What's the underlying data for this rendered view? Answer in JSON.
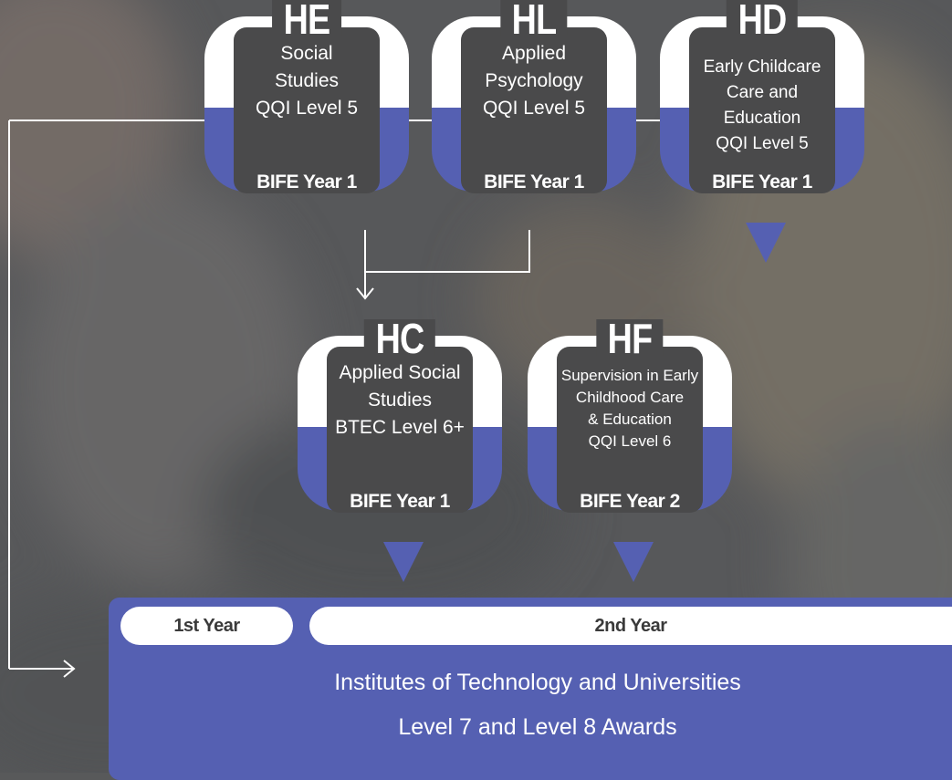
{
  "courses": [
    {
      "code": "HE",
      "title": "Social\nStudies\nQQI Level 5",
      "year": "BIFE Year 1"
    },
    {
      "code": "HL",
      "title": "Applied\nPsychology\nQQI Level 5",
      "year": "BIFE Year 1"
    },
    {
      "code": "HD",
      "title": "Early Childcare\nCare and\nEducation\nQQI Level 5",
      "year": "BIFE Year 1"
    },
    {
      "code": "HC",
      "title": "Applied Social\nStudies\nBTEC Level 6+",
      "year": "BIFE Year 1"
    },
    {
      "code": "HF",
      "title": "Supervision in Early\nChildhood Care\n& Education\nQQI Level 6",
      "year": "BIFE Year 2"
    }
  ],
  "destination": {
    "first_year": "1st Year",
    "second_year": "2nd Year",
    "line1": "Institutes of Technology and Universities",
    "line2": "Level 7 and Level 8 Awards"
  },
  "colors": {
    "accent": "#5560b2",
    "inner": "#4a4a4b",
    "frame": "#ffffff",
    "background": "#58595a"
  }
}
